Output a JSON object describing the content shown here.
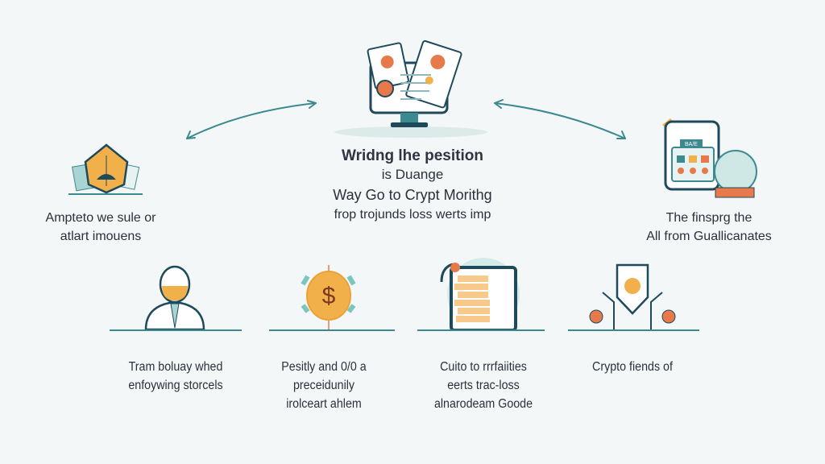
{
  "center": {
    "title": "Wridng lhe pesition",
    "lines": [
      "is Duange",
      "Way Go to Crypt Morithg",
      "frop trojunds loss werts imp"
    ]
  },
  "left": {
    "lines": [
      "Ampteto we sule or",
      "atlart imouens"
    ]
  },
  "right": {
    "lines": [
      "The finsprg the",
      "All from Guallicanates"
    ]
  },
  "right_icon_label": "BA/E",
  "bottom": [
    {
      "lines": [
        "Tram boluay whed",
        "enfoywing storcels"
      ]
    },
    {
      "lines": [
        "Pesitly and 0/0 a",
        "preceidunily",
        "irolceart ahlem"
      ]
    },
    {
      "lines": [
        "Cuito to rrrfaiities",
        "eerts trac-loss",
        "alnarodeam Goode"
      ]
    },
    {
      "lines": [
        "Crypto fiends of"
      ]
    }
  ],
  "colors": {
    "background": "#f3f7f8",
    "teal": "#3c8a90",
    "orange": "#f2b04b",
    "coral": "#e8794a",
    "navy": "#1f4a5c"
  }
}
